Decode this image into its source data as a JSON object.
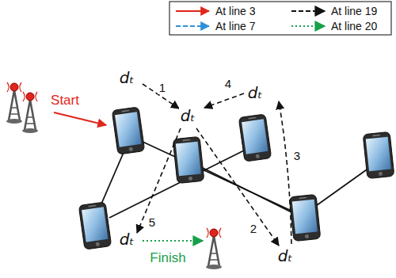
{
  "diagram": {
    "labels": [
      "dₜ",
      "1",
      "4",
      "dₜ",
      "dₜ",
      "Start",
      "3",
      "5",
      "dₜ",
      "2",
      "dₜ",
      "Finish"
    ],
    "legend": [
      {
        "text": "At line 3"
      },
      {
        "text": "At line 19"
      },
      {
        "text": "At line 7"
      },
      {
        "text": "At line 20"
      }
    ]
  }
}
